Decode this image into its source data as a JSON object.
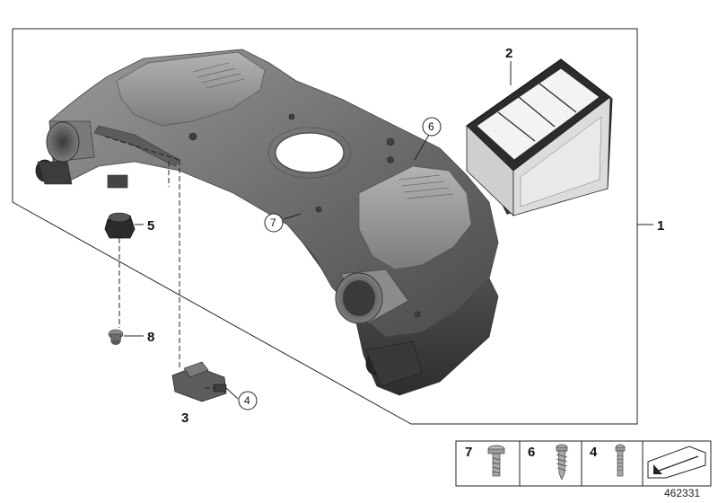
{
  "diagram": {
    "callouts": {
      "c1": "1",
      "c2": "2",
      "c3": "3",
      "c4": "4",
      "c5": "5",
      "c6": "6",
      "c7": "7",
      "c8": "8"
    },
    "legend": {
      "items": [
        {
          "label": "7",
          "icon": "pan-head-screw-icon"
        },
        {
          "label": "6",
          "icon": "self-tapping-screw-icon"
        },
        {
          "label": "4",
          "icon": "torx-screw-icon"
        }
      ],
      "direction_icon": "arrow-icon"
    },
    "diagram_id": "462331"
  }
}
